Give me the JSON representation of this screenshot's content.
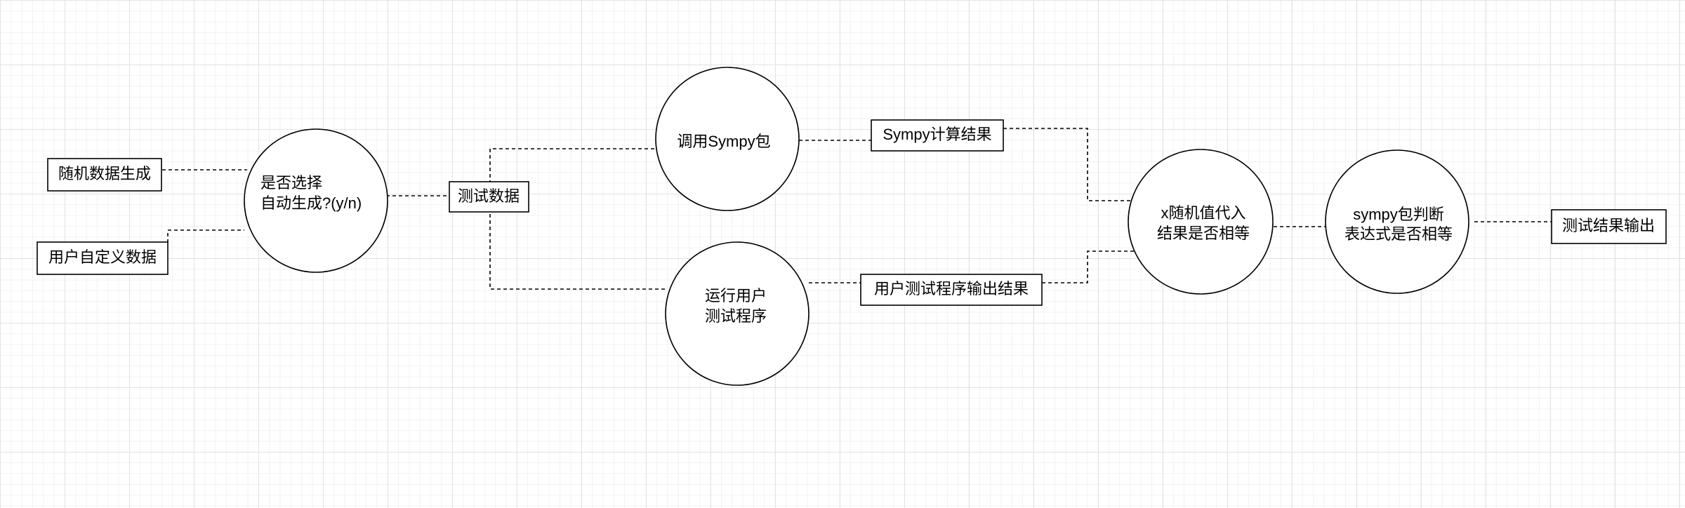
{
  "nodes": {
    "random_gen": "随机数据生成",
    "user_defined": "用户自定义数据",
    "choose_auto": [
      "是否选择",
      "自动生成?(y/n)"
    ],
    "test_data": "测试数据",
    "call_sympy": "调用Sympy包",
    "run_user_program": [
      "运行用户",
      "测试程序"
    ],
    "sympy_result": "Sympy计算结果",
    "user_program_output": "用户测试程序输出结果",
    "substitute_compare": [
      "x随机值代入",
      "结果是否相等"
    ],
    "sympy_judge": [
      "sympy包判断",
      "表达式是否相等"
    ],
    "output_result": "测试结果输出"
  }
}
